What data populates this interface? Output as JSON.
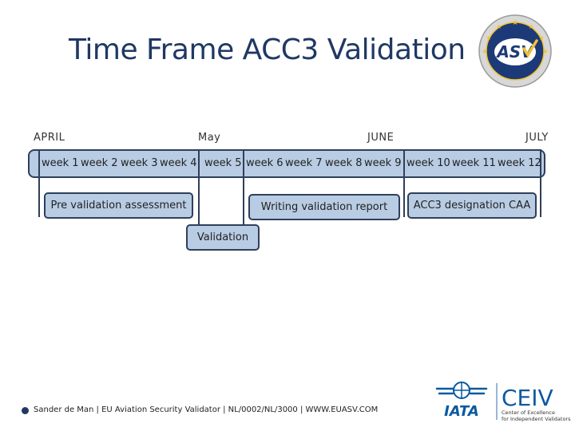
{
  "title": "Time Frame ACC3 Validation",
  "months": [
    "APRIL",
    "May",
    "JUNE",
    "JULY"
  ],
  "weeks": [
    "week 1",
    "week 2",
    "week 3",
    "week 4",
    "week 5",
    "week 6",
    "week 7",
    "week 8",
    "week 9",
    "week 10",
    "week 11",
    "week 12"
  ],
  "tasks": {
    "pre_validation": "Pre validation assessment",
    "writing_report": "Writing validation report",
    "designation": "ACC3 designation CAA",
    "validation": "Validation"
  },
  "footer": {
    "text": "Sander de Man | EU Aviation Security Validator | NL/0002/NL/3000  |  WWW.EUASV.COM"
  },
  "logos": {
    "asv": "ASV",
    "iata": "IATA",
    "ceiv": "CEIV",
    "ceiv_caption": [
      "Center of Excellence",
      "for Independent Validators"
    ]
  },
  "colors": {
    "title": "#1f3864",
    "box_fill": "#b8cce4",
    "box_border": "#2f3f5a",
    "iata_blue": "#0a5aa0"
  }
}
